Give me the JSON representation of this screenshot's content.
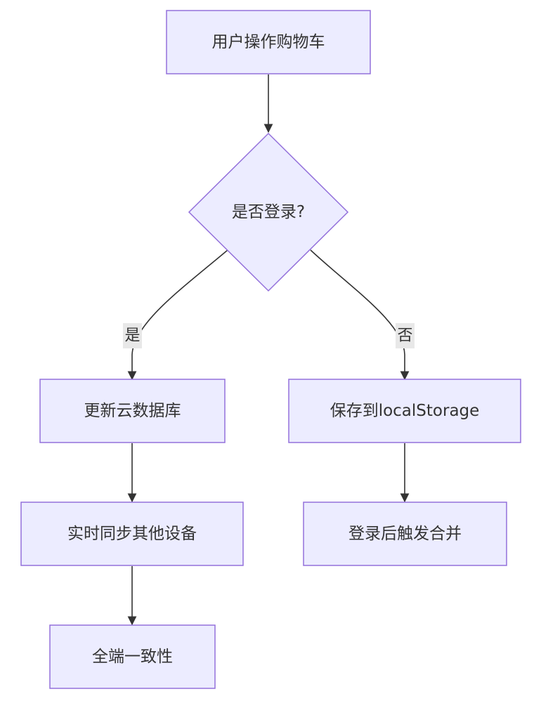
{
  "nodes": {
    "start": "用户操作购物车",
    "decision": "是否登录?",
    "update_cloud": "更新云数据库",
    "save_local": "保存到localStorage",
    "realtime_sync": "实时同步其他设备",
    "merge_after_login": "登录后触发合并",
    "consistency": "全端一致性"
  },
  "edges": {
    "yes_label": "是",
    "no_label": "否"
  },
  "colors": {
    "node_fill": "#ECECFF",
    "node_stroke": "#9370DB",
    "edge": "#333333",
    "label_bg": "#e8e8e8"
  }
}
